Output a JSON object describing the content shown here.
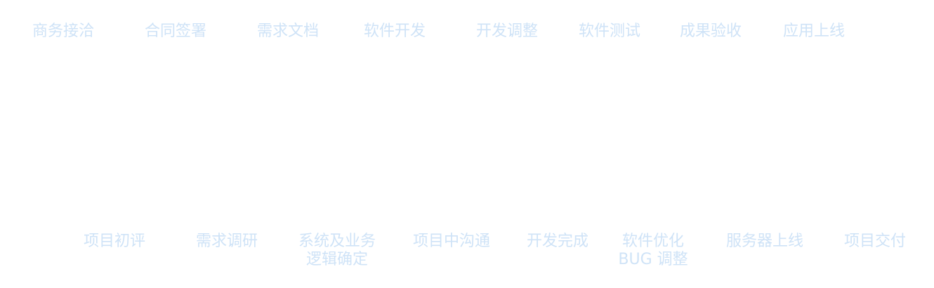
{
  "top_stages": [
    "商务接洽",
    "合同签署",
    "需求文档",
    "软件开发",
    "开发调整",
    "软件测试",
    "成果验收",
    "应用上线"
  ],
  "bottom_stages": [
    {
      "lines": [
        "项目初评"
      ]
    },
    {
      "lines": [
        "需求调研"
      ]
    },
    {
      "lines": [
        "系统及业务",
        "逻辑确定"
      ]
    },
    {
      "lines": [
        "项目中沟通"
      ]
    },
    {
      "lines": [
        "开发完成"
      ]
    },
    {
      "lines": [
        "软件优化",
        "BUG 调整"
      ]
    },
    {
      "lines": [
        "服务器上线"
      ]
    },
    {
      "lines": [
        "项目交付"
      ]
    }
  ]
}
